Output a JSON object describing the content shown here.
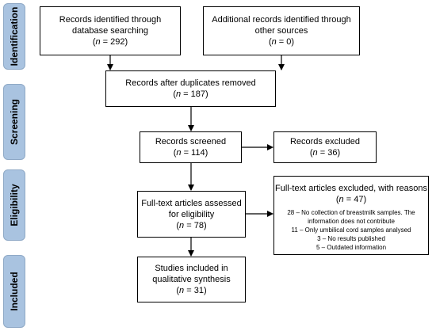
{
  "phases": {
    "identification": "Identification",
    "screening": "Screening",
    "eligibility": "Eligibility",
    "included": "Included"
  },
  "boxes": {
    "db_search": {
      "label": "Records identified through database searching",
      "n_prefix": "(",
      "n_var": "n",
      "n_value": " = 292)"
    },
    "other_sources": {
      "label": "Additional records identified through other sources",
      "n_prefix": "(",
      "n_var": "n",
      "n_value": " = 0)"
    },
    "duplicates_removed": {
      "label": "Records after duplicates removed",
      "n_prefix": "(",
      "n_var": "n",
      "n_value": " = 187)"
    },
    "screened": {
      "label": "Records screened",
      "n_prefix": "(",
      "n_var": "n",
      "n_value": " = 114)"
    },
    "excluded": {
      "label": "Records excluded",
      "n_prefix": "(",
      "n_var": "n",
      "n_value": " = 36)"
    },
    "fulltext_assessed": {
      "label": "Full-text articles assessed for eligibility",
      "n_prefix": "(",
      "n_var": "n",
      "n_value": " = 78)"
    },
    "fulltext_excluded": {
      "label": "Full-text articles excluded, with reasons",
      "n_prefix": "(",
      "n_var": "n",
      "n_value": " = 47)",
      "reasons": [
        "28 – No collection of breastmilk samples. The information does not contribute",
        "11 – Only umbilical cord samples analysed",
        "3 – No results published",
        "5 – Outdated information"
      ]
    },
    "included": {
      "label": "Studies included in qualitative synthesis",
      "n_prefix": "(",
      "n_var": "n",
      "n_value": " = 31)"
    }
  }
}
